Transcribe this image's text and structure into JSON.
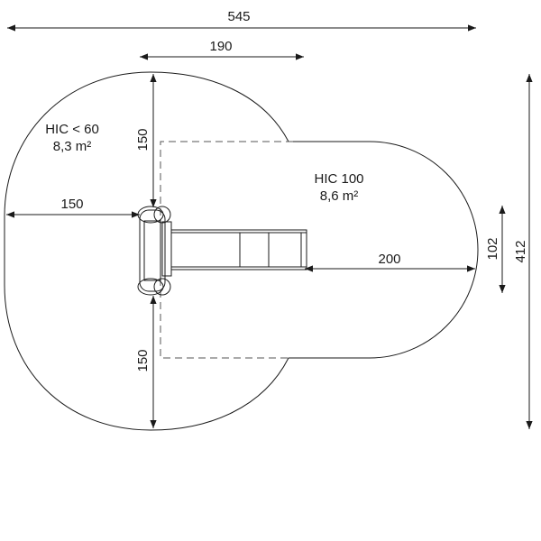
{
  "dimensions": {
    "total_width": "545",
    "equipment_width": "190",
    "top_clearance": "150",
    "left_clearance": "150",
    "bottom_clearance": "150",
    "slide_exit_clearance": "200",
    "slide_width": "102",
    "total_depth": "412"
  },
  "zones": {
    "left": {
      "label": "HIC < 60",
      "area": "8,3 m²"
    },
    "right": {
      "label": "HIC 100",
      "area": "8,6 m²"
    }
  },
  "colors": {
    "line": "#1a1a1a",
    "dash": "#555555"
  }
}
